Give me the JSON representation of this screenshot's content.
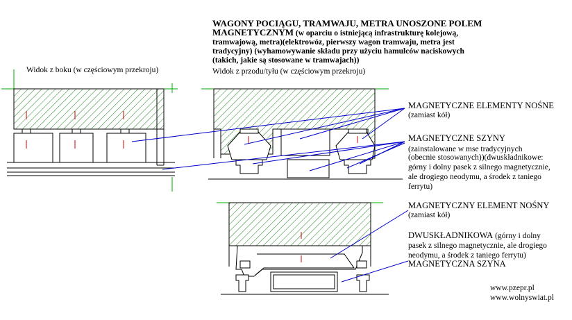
{
  "title": {
    "line1": "WAGONY POCIĄGU, TRAMWAJU, METRA UNOSZONE POLEM",
    "line2_caps": "MAGNETYCZNYM",
    "line2_rest": " (w oparciu o istniejącą infrastrukturę kolejową,",
    "line3": "tramwajową, metra)(elektrowóz, pierwszy wagon tramwaju, metra jest",
    "line4": "tradycyjny) (wyhamowywanie składu przy użyciu hamulców naciskowych",
    "line5": "(takich, jakie są stosowane w tramwajach))"
  },
  "views": {
    "side": "Widok z boku (w częściowym przekroju)",
    "front": "Widok z przodu/tyłu (w częściowym przekroju)"
  },
  "labels": {
    "carrier_title": "MAGNETYCZNE ELEMENTY NOŚNE",
    "carrier_note": "(zamiast kół)",
    "rails_title": "MAGNETYCZNE SZYNY",
    "rails_note1": "(zainstalowane w mse tradycyjnych",
    "rails_note2": "(obecnie stosowanych))(dwuskładnikowe:",
    "rails_note3": "górny i dolny pasek z silnego magnetycznie,",
    "rails_note4": "ale drogiego neodymu, a środek z taniego",
    "rails_note5": "ferrytu)",
    "single_carrier_title": "MAGNETYCZNY ELEMENT NOŚNY",
    "single_carrier_note": "(zamiast kół)",
    "two_comp_title": "DWUSKŁADNIKOWA",
    "two_comp_note1": " (górny i dolny",
    "two_comp_note2": "pasek z silnego magnetycznie, ale drogiego",
    "two_comp_note3": "neodymu, a środek z taniego ferrytu)",
    "single_rail_title": "MAGNETYCZNA SZYNA"
  },
  "footer": {
    "url1": "www.pzepr.pl",
    "url2": "www.wolnyswiat.pl"
  },
  "colors": {
    "hatch": "#2e8b2e",
    "marker": "#cc0000",
    "leader": "#0000cc",
    "guide": "#00aa00",
    "line": "#000000"
  }
}
